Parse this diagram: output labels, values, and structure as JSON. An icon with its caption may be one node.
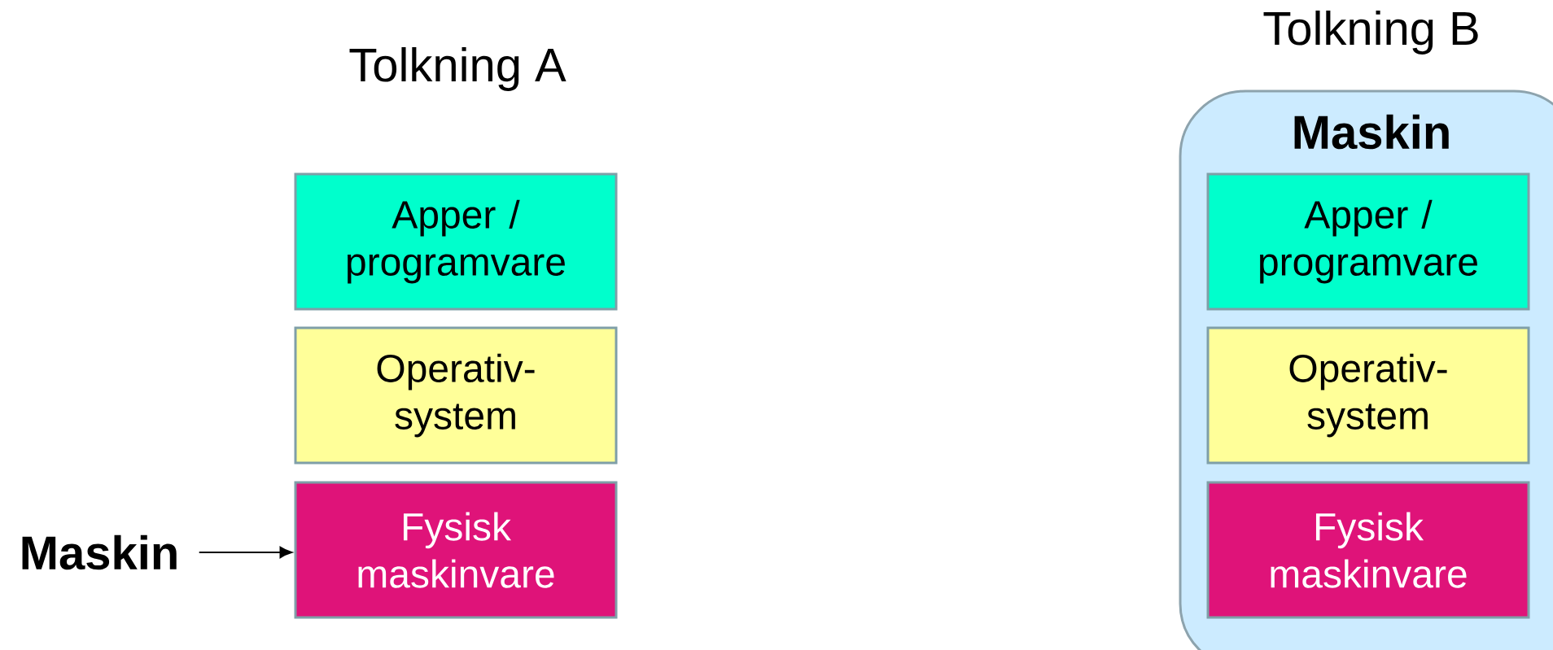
{
  "diagram": {
    "nodes": [
      {
        "text": [
          "Apper / programvare"
        ]
      },
      {
        "text": [
          "Operativ- system"
        ]
      },
      {
        "text": [
          "Fysisk maskinvare"
        ]
      },
      {
        "text": [
          "Maskin"
        ]
      },
      {
        "text": [
          "Tolkning B",
          "Maskin"
        ]
      },
      {
        "text": [
          "Apper / programvare"
        ],
        "in": 4
      },
      {
        "text": [
          "Operativ- system"
        ],
        "in": 4
      },
      {
        "text": [
          "Fysisk maskinvare"
        ],
        "in": 4
      }
    ],
    "edges": [
      {
        "from": 3,
        "to": 2,
        "arrow": "to"
      }
    ],
    "labels": [
      "Tolkning A"
    ]
  }
}
